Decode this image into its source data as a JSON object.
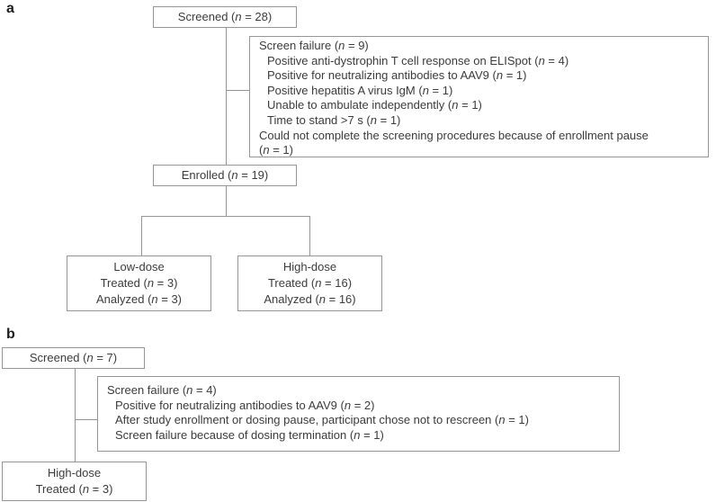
{
  "colors": {
    "border": "#969696",
    "connector": "#969696",
    "text": "#3c3c3c",
    "panel_label": "#1c1c1c",
    "background": "#ffffff"
  },
  "panel_a": {
    "label": "a",
    "screened_label": "Screened (n = 28)",
    "screen_failure": {
      "title": "Screen failure (n = 9)",
      "items": [
        "Positive anti-dystrophin T cell response on ELISpot (n = 4)",
        "Positive for neutralizing antibodies to AAV9 (n = 1)",
        "Positive hepatitis A virus IgM (n = 1)",
        "Unable to ambulate independently (n = 1)",
        "Time to stand >7 s (n = 1)"
      ],
      "footer_lines": [
        "Could not complete the screening procedures because of enrollment pause",
        "(n = 1)"
      ]
    },
    "enrolled_label": "Enrolled (n = 19)",
    "low_dose_lines": [
      "Low-dose",
      "Treated (n = 3)",
      "Analyzed (n = 3)"
    ],
    "high_dose_lines": [
      "High-dose",
      "Treated (n = 16)",
      "Analyzed (n = 16)"
    ]
  },
  "panel_b": {
    "label": "b",
    "screened_label": "Screened (n = 7)",
    "screen_failure": {
      "title": "Screen failure (n = 4)",
      "items": [
        "Positive for neutralizing antibodies to AAV9 (n = 2)",
        "After study enrollment or dosing pause, participant chose not to rescreen (n = 1)",
        "Screen failure because of dosing termination (n = 1)"
      ]
    },
    "high_dose_lines": [
      "High-dose",
      "Treated (n = 3)"
    ]
  }
}
